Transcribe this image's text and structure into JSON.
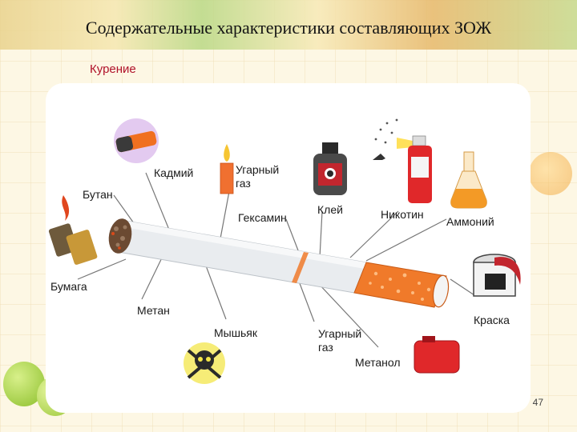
{
  "slide": {
    "title": "Содержательные характеристики составляющих ЗОЖ",
    "subtitle": "Курение",
    "page_number": "47"
  },
  "labels": {
    "kadmiy": "Кадмий",
    "ugarny_gaz_top_1": "Угарный",
    "ugarny_gaz_top_2": "газ",
    "butan": "Бутан",
    "geksamin": "Гексамин",
    "kley": "Клей",
    "nikotin": "Никотин",
    "ammoniy": "Аммоний",
    "bumaga": "Бумага",
    "metan": "Метан",
    "myshyak": "Мышьяк",
    "ugarny_gaz_bottom_1": "Угарный",
    "ugarny_gaz_bottom_2": "газ",
    "metanol": "Метанол",
    "kraska": "Краска"
  },
  "colors": {
    "accent": "#b0122a",
    "filter": "#f07a2a",
    "cigarette": "#e9ecef"
  }
}
